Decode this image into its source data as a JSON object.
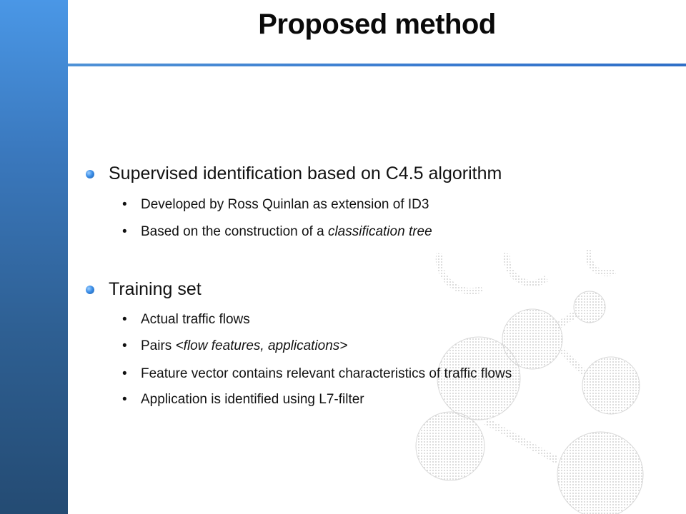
{
  "slide": {
    "title": "Proposed method",
    "sections": [
      {
        "heading": "Supervised identification based on C4.5 algorithm",
        "items": [
          {
            "text": "Developed by Ross Quinlan as extension of ID3"
          },
          {
            "text_prefix": "Based on the construction of a ",
            "text_em": "classification tree"
          }
        ]
      },
      {
        "heading": "Training set",
        "items": [
          {
            "text": "Actual traffic flows"
          },
          {
            "text_prefix": "Pairs ",
            "text_em": "<flow features, applications>"
          },
          {
            "text": "Feature vector contains relevant characteristics of traffic flows"
          },
          {
            "text": "Application is identified using L7-filter"
          }
        ]
      }
    ],
    "bullet_glyph": "•"
  },
  "colors": {
    "sidebar_top": "#4a97e6",
    "sidebar_bottom": "#244b73",
    "title_rule": "#3a7bd0",
    "bullet_dot": "#3b8ee8"
  }
}
